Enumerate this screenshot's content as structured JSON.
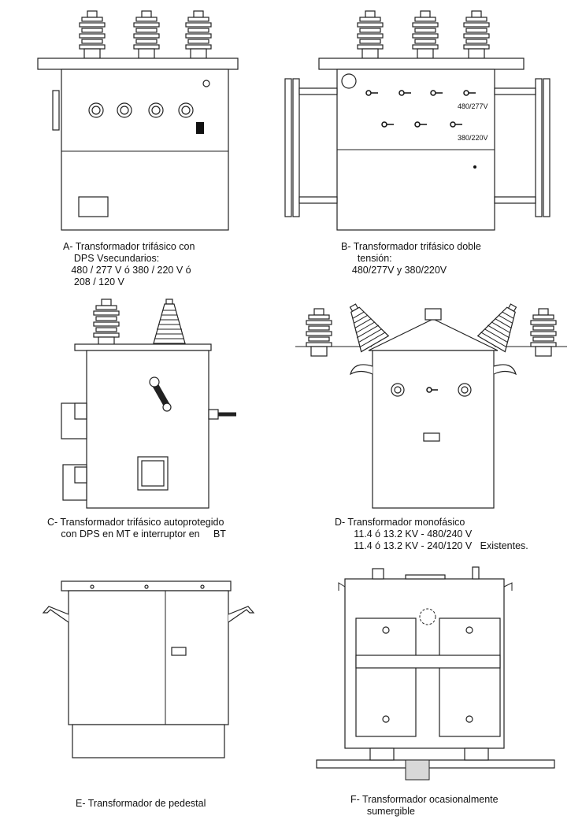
{
  "figures": {
    "a": {
      "caption": [
        "A- Transformador trifásico con",
        "    DPS Vsecundarios:",
        "   480 / 277 V ó 380 / 220 V ó",
        "    208 / 120 V"
      ]
    },
    "b": {
      "caption": [
        "B- Transformador trifásico doble",
        "      tensión:",
        "    480/277V y 380/220V"
      ],
      "label_high": "480/277V",
      "label_low": "380/220V"
    },
    "c": {
      "caption": [
        "C- Transformador trifásico autoprotegido",
        "     con DPS en MT e interruptor en     BT"
      ]
    },
    "d": {
      "caption": [
        "D- Transformador monofásico",
        "       11.4 ó 13.2 KV - 480/240 V",
        "       11.4 ó 13.2 KV - 240/120 V   Existentes."
      ]
    },
    "e": {
      "caption": [
        "E- Transformador de pedestal"
      ]
    },
    "f": {
      "caption": [
        "F- Transformador ocasionalmente",
        "      sumergible"
      ]
    }
  }
}
